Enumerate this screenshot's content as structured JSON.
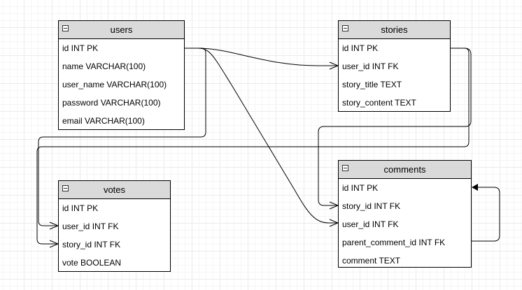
{
  "tables": {
    "users": {
      "title": "users",
      "rows": [
        "id INT PK",
        "name VARCHAR(100)",
        "user_name VARCHAR(100)",
        "password VARCHAR(100)",
        "email VARCHAR(100)"
      ]
    },
    "stories": {
      "title": "stories",
      "rows": [
        "id INT PK",
        "user_id INT FK",
        "story_title TEXT",
        "story_content TEXT"
      ]
    },
    "votes": {
      "title": "votes",
      "rows": [
        "id INT PK",
        "user_id INT FK",
        "story_id INT FK",
        "vote BOOLEAN"
      ]
    },
    "comments": {
      "title": "comments",
      "rows": [
        "id INT PK",
        "story_id INT FK",
        "user_id INT FK",
        "parent_comment_id INT FK",
        "comment TEXT"
      ]
    }
  },
  "colors": {
    "header": "#dadada",
    "border": "#000000",
    "grid": "#ebebeb"
  },
  "icons": {
    "collapse": "minus-box-icon"
  }
}
